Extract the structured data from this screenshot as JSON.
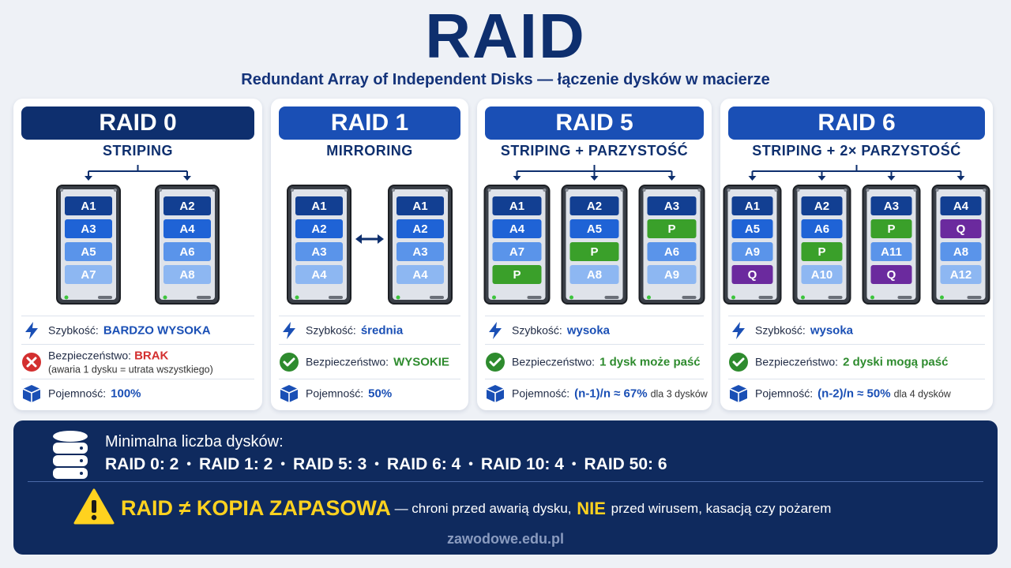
{
  "title": "RAID",
  "subtitle": "Redundant Array of Independent Disks — łączenie dysków w macierze",
  "colors": {
    "navy": "#0e2f6e",
    "blue": "#1a4fb5",
    "parity": "#3aa02a",
    "q_parity": "#6b2a9e",
    "warning": "#ffd21f",
    "danger": "#d32f2f",
    "ok": "#2e8b2e"
  },
  "labels": {
    "speed": "Szybkość:",
    "security": "Bezpieczeństwo:",
    "capacity": "Pojemność:"
  },
  "cards": [
    {
      "title": "RAID 0",
      "subtitle": "STRIPING",
      "link": "split",
      "disks": [
        [
          "A1",
          "A3",
          "A5",
          "A7"
        ],
        [
          "A2",
          "A4",
          "A6",
          "A8"
        ]
      ],
      "speed": "BARDZO WYSOKA",
      "security": "BRAK",
      "security_note": "(awaria 1 dysku = utrata wszystkiego)",
      "security_icon": "x-circle-icon",
      "capacity": "100%",
      "capacity_note": ""
    },
    {
      "title": "RAID 1",
      "subtitle": "MIRRORING",
      "link": "mirror",
      "disks": [
        [
          "A1",
          "A2",
          "A3",
          "A4"
        ],
        [
          "A1",
          "A2",
          "A3",
          "A4"
        ]
      ],
      "speed": "średnia",
      "security": "WYSOKIE",
      "security_note": "",
      "security_icon": "check-circle-icon",
      "capacity": "50%",
      "capacity_note": ""
    },
    {
      "title": "RAID 5",
      "subtitle": "STRIPING + PARZYSTOŚĆ",
      "link": "split",
      "disks": [
        [
          "A1",
          "A4",
          "A7",
          "P"
        ],
        [
          "A2",
          "A5",
          "P",
          "A8"
        ],
        [
          "A3",
          "P",
          "A6",
          "A9"
        ]
      ],
      "speed": "wysoka",
      "security": "1 dysk może paść",
      "security_note": "",
      "security_icon": "check-circle-icon",
      "capacity": "(n-1)/n ≈ 67%",
      "capacity_note": "dla 3 dysków"
    },
    {
      "title": "RAID 6",
      "subtitle": "STRIPING + 2× PARZYSTOŚĆ",
      "link": "split",
      "disks": [
        [
          "A1",
          "A5",
          "A9",
          "Q"
        ],
        [
          "A2",
          "A6",
          "P",
          "A10"
        ],
        [
          "A3",
          "P",
          "A11",
          "Q"
        ],
        [
          "A4",
          "Q",
          "A8",
          "A12"
        ]
      ],
      "speed": "wysoka",
      "security": "2 dyski mogą paść",
      "security_note": "",
      "security_icon": "check-circle-icon",
      "capacity": "(n-2)/n ≈ 50%",
      "capacity_note": "dla 4 dysków"
    }
  ],
  "bottom": {
    "min_title": "Minimalna liczba dysków:",
    "min_items": [
      "RAID 0: 2",
      "RAID 1: 2",
      "RAID 5: 3",
      "RAID 6: 4",
      "RAID 10: 4",
      "RAID 50: 6"
    ],
    "warning_big": "RAID ≠ KOPIA ZAPASOWA",
    "warning_mid": "— chroni przed awarią dysku,",
    "warning_nie": "NIE",
    "warning_end": "przed wirusem, kasacją czy pożarem",
    "footer": "zawodowe.edu.pl"
  }
}
